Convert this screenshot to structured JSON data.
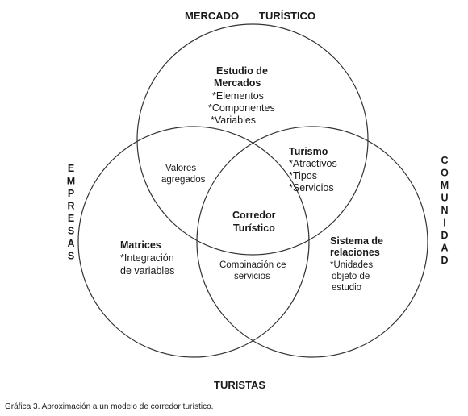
{
  "outer_labels": {
    "top_left": "MERCADO",
    "top_right": "TURÍSTICO",
    "bottom": "TURISTAS",
    "left_vertical": "EMPRESAS",
    "right_vertical": "COMUNIDAD"
  },
  "top_circle": {
    "title": [
      "Estudio de",
      "Mercados"
    ],
    "items": [
      "*Elementos",
      "*Componentes",
      "*Variables"
    ]
  },
  "left_circle": {
    "title": "Matrices",
    "items": [
      "*Integración",
      "de variables"
    ]
  },
  "right_circle": {
    "title": [
      "Sistema de",
      "relaciones"
    ],
    "items": [
      "*Unidades",
      "objeto de",
      "estudio"
    ]
  },
  "top_left_overlap": [
    "Valores",
    "agregados"
  ],
  "top_right_overlap": {
    "title": "Turismo",
    "items": [
      "*Atractivos",
      "*Tipos",
      "*Servicios"
    ]
  },
  "bottom_overlap": [
    "Combinación ce",
    "servicios"
  ],
  "center": [
    "Corredor",
    "Turístico"
  ],
  "caption": "Gráfica 3. Aproximación a un modelo de corredor turístico."
}
